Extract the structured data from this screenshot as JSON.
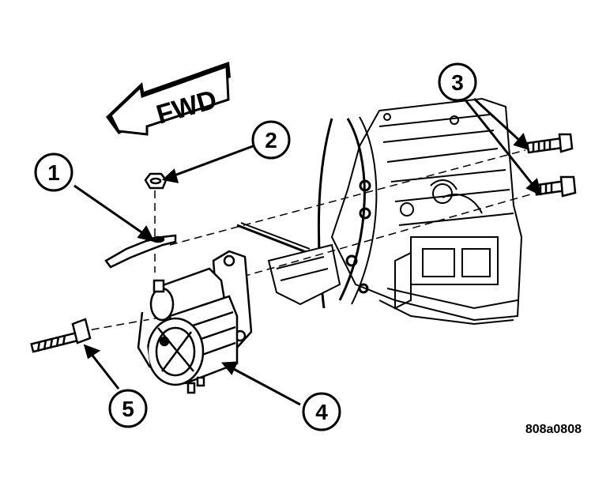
{
  "direction_label": "FWD",
  "callouts": [
    {
      "number": "1",
      "component": "bracket"
    },
    {
      "number": "2",
      "component": "nut"
    },
    {
      "number": "3",
      "component": "bolts"
    },
    {
      "number": "4",
      "component": "starter"
    },
    {
      "number": "5",
      "component": "bolt"
    }
  ],
  "figure_code": "808a0808",
  "colors": {
    "line": "#000000",
    "background": "#ffffff"
  }
}
